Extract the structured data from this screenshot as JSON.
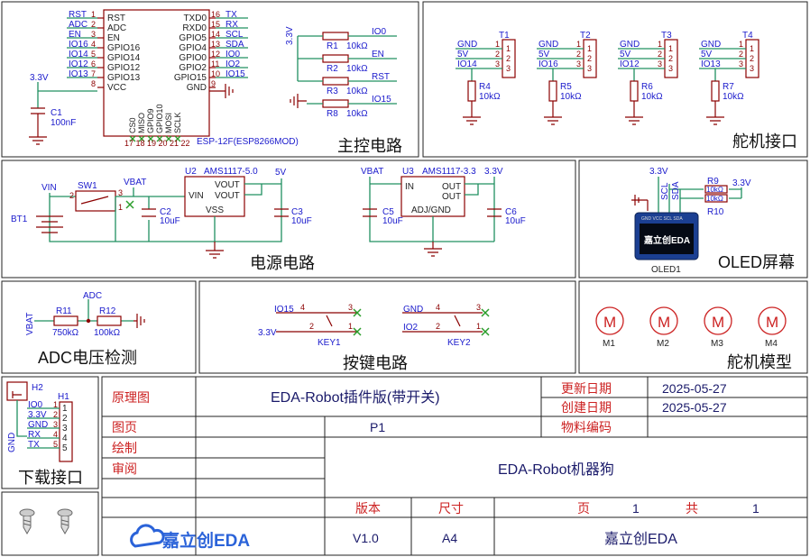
{
  "sections": {
    "main": "主控电路",
    "servo": "舵机接口",
    "power": "电源电路",
    "oled": "OLED屏幕",
    "adc": "ADC电压检测",
    "keys": "按键电路",
    "servo_model": "舵机模型",
    "download": "下载接口"
  },
  "esp": {
    "ref": "ESP-12F(ESP8266MOD)",
    "left_pins": [
      {
        "name": "RST",
        "num": "1",
        "net": "RST"
      },
      {
        "name": "ADC",
        "num": "2",
        "net": "ADC"
      },
      {
        "name": "EN",
        "num": "3",
        "net": "EN"
      },
      {
        "name": "GPIO16",
        "num": "4",
        "net": "IO16"
      },
      {
        "name": "GPIO14",
        "num": "5",
        "net": "IO14"
      },
      {
        "name": "GPIO12",
        "num": "6",
        "net": "IO12"
      },
      {
        "name": "GPIO13",
        "num": "7",
        "net": "IO13"
      },
      {
        "name": "VCC",
        "num": "8",
        "net": ""
      }
    ],
    "right_pins": [
      {
        "name": "TXD0",
        "num": "16",
        "net": "TX"
      },
      {
        "name": "RXD0",
        "num": "15",
        "net": "RX"
      },
      {
        "name": "GPIO5",
        "num": "14",
        "net": "SCL"
      },
      {
        "name": "GPIO4",
        "num": "13",
        "net": "SDA"
      },
      {
        "name": "GPIO0",
        "num": "12",
        "net": "IO0"
      },
      {
        "name": "GPIO2",
        "num": "11",
        "net": "IO2"
      },
      {
        "name": "GPIO15",
        "num": "10",
        "net": "IO15"
      },
      {
        "name": "GND",
        "num": "9",
        "net": ""
      }
    ],
    "bottom_pins": [
      "CS0",
      "MISO",
      "GPIO9",
      "GPIO10",
      "MOSI",
      "SCLK"
    ],
    "bottom_nums": "17 18 19 20 21 22",
    "vcc_net": "3.3V",
    "cap_ref": "C1",
    "cap_val": "100nF"
  },
  "pullups": {
    "net": "3.3V",
    "items": [
      {
        "ref": "R1",
        "val": "10kΩ",
        "net": "IO0"
      },
      {
        "ref": "R2",
        "val": "10kΩ",
        "net": "EN"
      },
      {
        "ref": "R3",
        "val": "10kΩ",
        "net": "RST"
      },
      {
        "ref": "R8",
        "val": "10kΩ",
        "net": "IO15"
      }
    ]
  },
  "servos": [
    {
      "ref": "T1",
      "gnd": "GND",
      "v": "5V",
      "io": "IO14",
      "r": "R4",
      "rval": "10kΩ"
    },
    {
      "ref": "T2",
      "gnd": "GND",
      "v": "5V",
      "io": "IO16",
      "r": "R5",
      "rval": "10kΩ"
    },
    {
      "ref": "T3",
      "gnd": "GND",
      "v": "5V",
      "io": "IO12",
      "r": "R6",
      "rval": "10kΩ"
    },
    {
      "ref": "T4",
      "gnd": "GND",
      "v": "5V",
      "io": "IO13",
      "r": "R7",
      "rval": "10kΩ"
    }
  ],
  "power": {
    "vin": "VIN",
    "bt": "BT1",
    "sw": "SW1",
    "vbat": "VBAT",
    "u2": "U2",
    "u2val": "AMS1117-5.0",
    "u2out": "5V",
    "u2pins": [
      "VIN",
      "VOUT",
      "VOUT",
      "VSS"
    ],
    "c2": "C2",
    "c2val": "10uF",
    "c3": "C3",
    "c3val": "10uF",
    "vbat2": "VBAT",
    "u3": "U3",
    "u3val": "AMS1117-3.3",
    "u3out": "3.3V",
    "u3pins": [
      "IN",
      "OUT",
      "OUT",
      "ADJ/GND"
    ],
    "c5": "C5",
    "c5val": "10uF",
    "c6": "C6",
    "c6val": "10uF"
  },
  "oled": {
    "net": "3.3V",
    "net2": "3.3V",
    "r9": "R9",
    "r10": "R10",
    "rval": "10kΩ",
    "scl": "SCL",
    "sda": "SDA",
    "ref": "OLED1",
    "screen_text": "嘉立创EDA",
    "pins_text": "GND VCC SCL SDA"
  },
  "adc": {
    "vbat": "VBAT",
    "adc": "ADC",
    "r11": "R11",
    "r11val": "750kΩ",
    "r12": "R12",
    "r12val": "100kΩ"
  },
  "keys": {
    "k1": {
      "ref": "KEY1",
      "net_top": "IO15",
      "net_bot": "3.3V"
    },
    "k2": {
      "ref": "KEY2",
      "net_top": "GND",
      "net_bot": "IO2"
    }
  },
  "motors": [
    "M1",
    "M2",
    "M3",
    "M4"
  ],
  "motor_glyph": "M",
  "download": {
    "h2": "H2",
    "h1": "H1",
    "gnd": "GND",
    "pins": [
      "IO0",
      "3.3V",
      "GND",
      "RX",
      "TX"
    ]
  },
  "title_block": {
    "schematic_label": "原理图",
    "schematic_value": "EDA-Robot插件版(带开关)",
    "update_label": "更新日期",
    "update_value": "2025-05-27",
    "create_label": "创建日期",
    "create_value": "2025-05-27",
    "page_label": "图页",
    "page_value": "P1",
    "material_label": "物料编码",
    "material_value": "",
    "draw_label": "绘制",
    "review_label": "审阅",
    "project_value": "EDA-Robot机器狗",
    "version_label": "版本",
    "version_value": "V1.0",
    "size_label": "尺寸",
    "size_value": "A4",
    "page_no_label": "页",
    "page_no_value": "1",
    "total_label": "共",
    "total_value": "1",
    "logo_text": "嘉立创EDA",
    "company": "嘉立创EDA"
  },
  "colors": {
    "wire": "#209060",
    "component": "#8b0000",
    "net": "#1a1acc",
    "title": "#cc2222"
  }
}
